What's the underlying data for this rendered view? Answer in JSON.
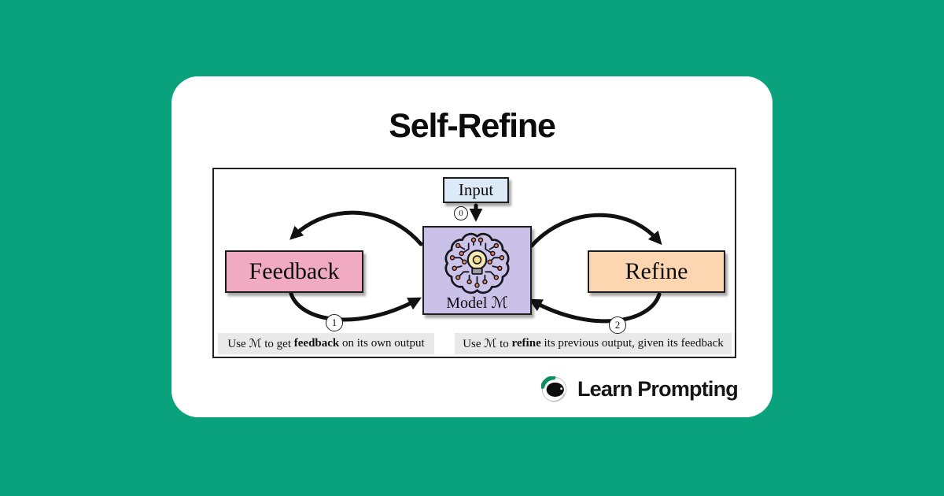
{
  "colors": {
    "background": "#0aa27c",
    "card": "#ffffff",
    "input_box": "#dce9f7",
    "model_box": "#c9c1e7",
    "feedback_box": "#f0aac2",
    "refine_box": "#fcd6b0",
    "caption_bg": "#e9e9e9",
    "ink": "#111111",
    "logo_green": "#0f8e63"
  },
  "title": "Self-Refine",
  "diagram": {
    "nodes": {
      "input": {
        "label": "Input"
      },
      "model": {
        "label": "Model ℳ"
      },
      "feedback": {
        "label": "Feedback"
      },
      "refine": {
        "label": "Refine"
      }
    },
    "steps": {
      "input_to_model": "0",
      "feedback_loop": "1",
      "refine_loop": "2"
    },
    "captions": {
      "left": {
        "prefix": "Use ℳ to get ",
        "bold": "feedback",
        "suffix": " on its own output"
      },
      "right": {
        "prefix": "Use ℳ to ",
        "bold": "refine",
        "suffix": " its previous output, given its feedback"
      }
    }
  },
  "footer": {
    "brand": "Learn Prompting"
  }
}
